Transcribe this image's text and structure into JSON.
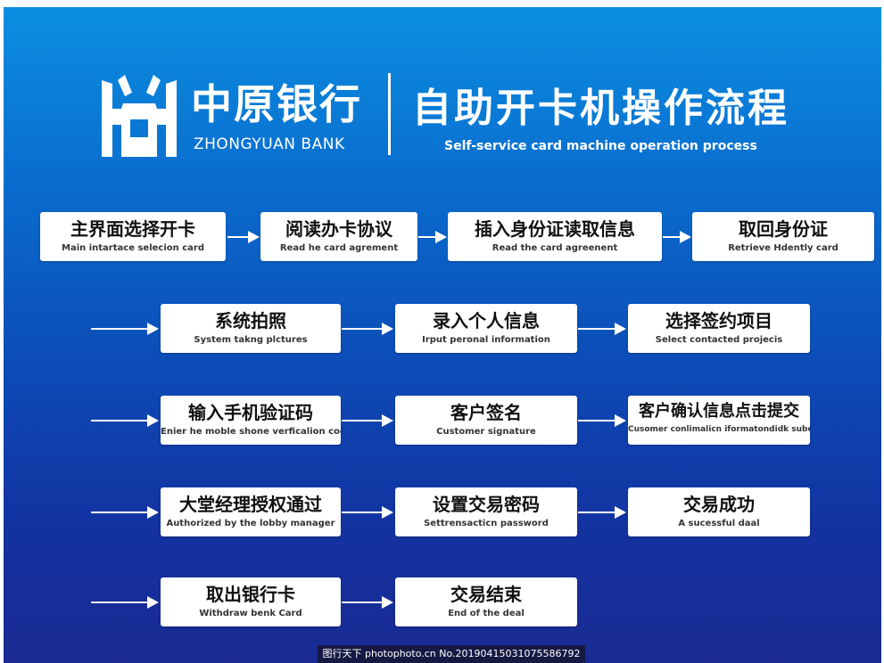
{
  "header": {
    "bank_name_cn": "中原银行",
    "bank_name_en": "ZHONGYUAN BANK",
    "title_cn": "自助开卡机操作流程",
    "title_en": "Self-service card machine operation process"
  },
  "steps": [
    {
      "cn": "主界面选择开卡",
      "en": "Main intartace selecion card"
    },
    {
      "cn": "阅读办卡协议",
      "en": "Read he card agrement"
    },
    {
      "cn": "插入身份证读取信息",
      "en": "Read the card agreenent"
    },
    {
      "cn": "取回身份证",
      "en": "Retrieve Hdently card"
    },
    {
      "cn": "系统拍照",
      "en": "System takng plctures"
    },
    {
      "cn": "录入个人信息",
      "en": "Irput peronal information"
    },
    {
      "cn": "选择签约项目",
      "en": "Select contacted projecis"
    },
    {
      "cn": "输入手机验证码",
      "en": "Enier he moble shone verficalion code"
    },
    {
      "cn": "客户签名",
      "en": "Customer signature"
    },
    {
      "cn": "客户确认信息点击提交",
      "en": "Cusomer conlimalicn iformatondidk suberlt"
    },
    {
      "cn": "大堂经理授权通过",
      "en": "Authorized by the lobby manager"
    },
    {
      "cn": "设置交易密码",
      "en": "Settrensacticn password"
    },
    {
      "cn": "交易成功",
      "en": "A sucessful daal"
    },
    {
      "cn": "取出银行卡",
      "en": "Withdraw benk Card"
    },
    {
      "cn": "交易结束",
      "en": "End of the deal"
    }
  ],
  "watermark": "图行天下 photophoto.cn No.20190415031075586792",
  "colors": {
    "background_top": "#0b8fe0",
    "background_bottom": "#1a2a92",
    "box": "#ffffff",
    "text": "#111111"
  }
}
